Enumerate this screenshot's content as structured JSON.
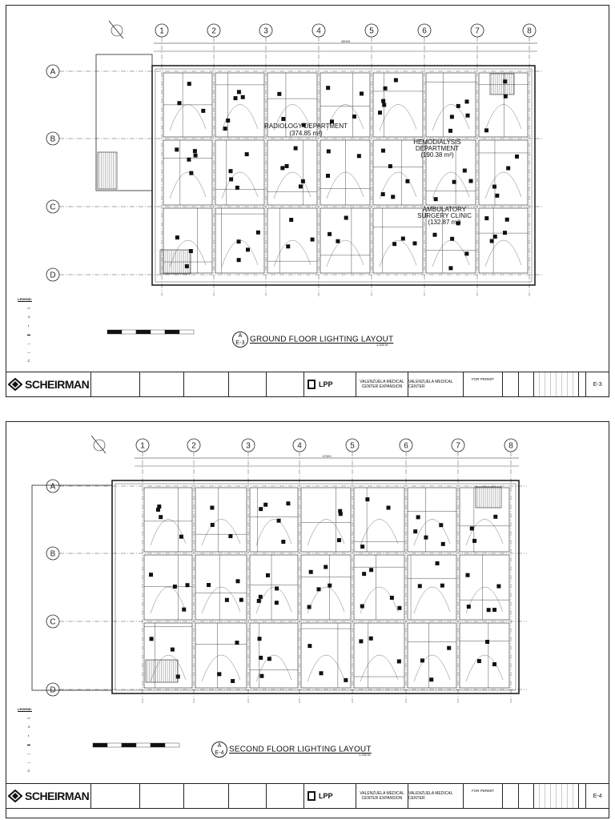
{
  "sheets": [
    {
      "drawing_title": "GROUND FLOOR LIGHTING LAYOUT",
      "title_bubble_top": "A",
      "title_bubble_bottom": "E-3",
      "scale_text": "1:150 M",
      "sheet_number": "E-3",
      "status": "FOR PERMIT",
      "overall_dimension": "45000",
      "rooms": {
        "radiology": "RADIOLOGY DEPARTMENT",
        "radiology_area": "(374.85 m²)",
        "hemodialysis": "HEMODIALYSIS DEPARTMENT",
        "hemodialysis_area": "(190.38 m²)",
        "ambulatory": "AMBULATORY SURGERY CLINIC",
        "ambulatory_area": "(132.87 m²)"
      }
    },
    {
      "drawing_title": "SECOND FLOOR LIGHTING LAYOUT",
      "title_bubble_top": "A",
      "title_bubble_bottom": "E-4",
      "scale_text": "1:150 M",
      "sheet_number": "E-4",
      "status": "FOR PERMIT",
      "overall_dimension": "47000",
      "rooms": {}
    }
  ],
  "grid": {
    "columns": [
      "1",
      "2",
      "3",
      "4",
      "5",
      "6",
      "7",
      "8"
    ],
    "rows": [
      "A",
      "B",
      "C",
      "D"
    ]
  },
  "titleblock": {
    "firm": "SCHEIRMAN",
    "partner": "LPP",
    "project": "VALENZUELA MEDICAL CENTER EXPANSION",
    "client": "VALENZUELA MEDICAL CENTER"
  },
  "legend": {
    "heading": "LEGEND:",
    "rows": [
      "",
      "",
      "",
      "",
      "",
      "",
      "",
      ""
    ]
  },
  "colors": {
    "line": "#222222",
    "fixture": "#111111",
    "hatch": "#cccccc"
  }
}
